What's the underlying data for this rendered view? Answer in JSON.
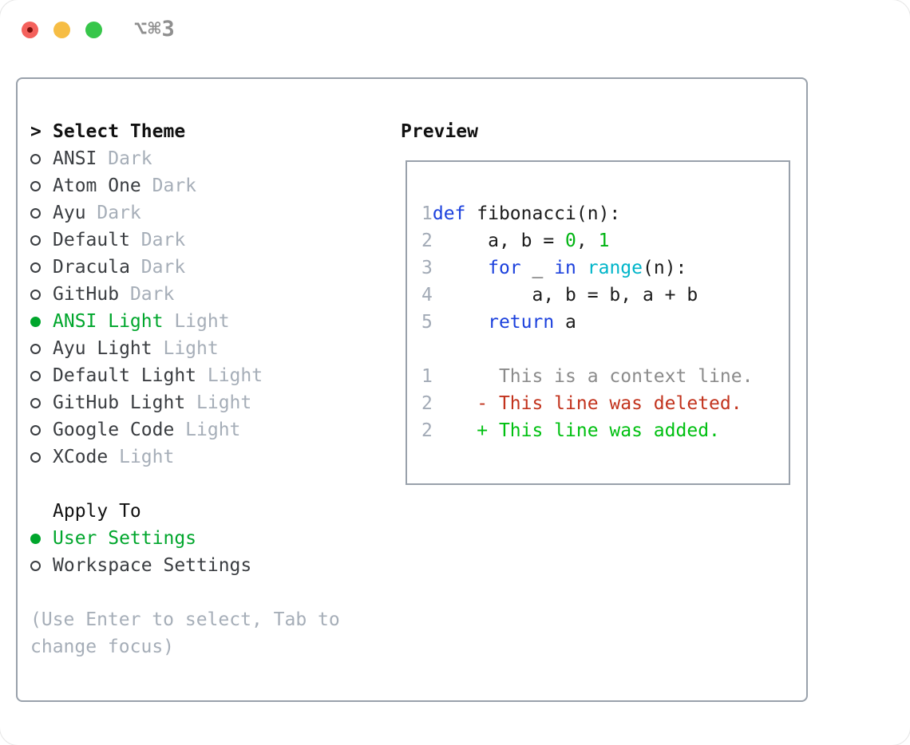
{
  "window": {
    "shortcut": "⌥⌘3"
  },
  "theme_panel": {
    "title_marker": ">",
    "title": "Select Theme",
    "themes": [
      {
        "name": "ANSI",
        "variant": "Dark",
        "selected": false
      },
      {
        "name": "Atom One",
        "variant": "Dark",
        "selected": false
      },
      {
        "name": "Ayu",
        "variant": "Dark",
        "selected": false
      },
      {
        "name": "Default",
        "variant": "Dark",
        "selected": false
      },
      {
        "name": "Dracula",
        "variant": "Dark",
        "selected": false
      },
      {
        "name": "GitHub",
        "variant": "Dark",
        "selected": false
      },
      {
        "name": "ANSI Light",
        "variant": "Light",
        "selected": true
      },
      {
        "name": "Ayu Light",
        "variant": "Light",
        "selected": false
      },
      {
        "name": "Default Light",
        "variant": "Light",
        "selected": false
      },
      {
        "name": "GitHub Light",
        "variant": "Light",
        "selected": false
      },
      {
        "name": "Google Code",
        "variant": "Light",
        "selected": false
      },
      {
        "name": "XCode",
        "variant": "Light",
        "selected": false
      }
    ],
    "apply_to": {
      "title": "Apply To",
      "options": [
        {
          "label": "User Settings",
          "selected": true
        },
        {
          "label": "Workspace Settings",
          "selected": false
        }
      ]
    },
    "help_text": "(Use Enter to select, Tab to change focus)"
  },
  "preview": {
    "title": "Preview",
    "lines": [
      {
        "num": "1",
        "segments": [
          {
            "text": "def",
            "style": "kw"
          },
          {
            "text": " fibonacci(n):",
            "style": "fg"
          }
        ]
      },
      {
        "num": "2",
        "segments": [
          {
            "text": "     a, b = ",
            "style": "fg"
          },
          {
            "text": "0",
            "style": "num"
          },
          {
            "text": ", ",
            "style": "fg"
          },
          {
            "text": "1",
            "style": "num"
          }
        ]
      },
      {
        "num": "3",
        "segments": [
          {
            "text": "     ",
            "style": "fg"
          },
          {
            "text": "for",
            "style": "kw"
          },
          {
            "text": " _ ",
            "style": "fg"
          },
          {
            "text": "in",
            "style": "kw"
          },
          {
            "text": " ",
            "style": "fg"
          },
          {
            "text": "range",
            "style": "cyan"
          },
          {
            "text": "(n):",
            "style": "fg"
          }
        ]
      },
      {
        "num": "4",
        "segments": [
          {
            "text": "         a, b = b, a + b",
            "style": "fg"
          }
        ]
      },
      {
        "num": "5",
        "segments": [
          {
            "text": "     ",
            "style": "fg"
          },
          {
            "text": "return",
            "style": "kw"
          },
          {
            "text": " a",
            "style": "fg"
          }
        ]
      },
      {
        "num": "",
        "segments": []
      },
      {
        "num": "1",
        "segments": [
          {
            "text": "      This is a context line.",
            "style": "ctx"
          }
        ]
      },
      {
        "num": "2",
        "segments": [
          {
            "text": "    - This line was deleted.",
            "style": "del"
          }
        ]
      },
      {
        "num": "2",
        "segments": [
          {
            "text": "    + This line was added.",
            "style": "add"
          }
        ]
      }
    ]
  },
  "colors": {
    "accent_green": "#00a62c",
    "syntax_keyword": "#1c41dd",
    "syntax_number": "#00b412",
    "syntax_builtin_cyan": "#00b5c9",
    "diff_deleted_red": "#c2331d",
    "diff_added_green": "#00c011",
    "code_fg": "#1c1c1c",
    "label_dark": "#3a3d41",
    "muted_gray": "#a6aeb8",
    "line_number_gray": "#a2aab6",
    "context_gray": "#8b8b8b",
    "panel_border": "#99a1ab",
    "heading_black": "#111111",
    "traffic_red": "#f4615c",
    "traffic_red_dot": "#7d100c",
    "traffic_yellow": "#f6bd44",
    "traffic_green": "#37c64a",
    "shortcut_gray": "#8f8f8f"
  }
}
